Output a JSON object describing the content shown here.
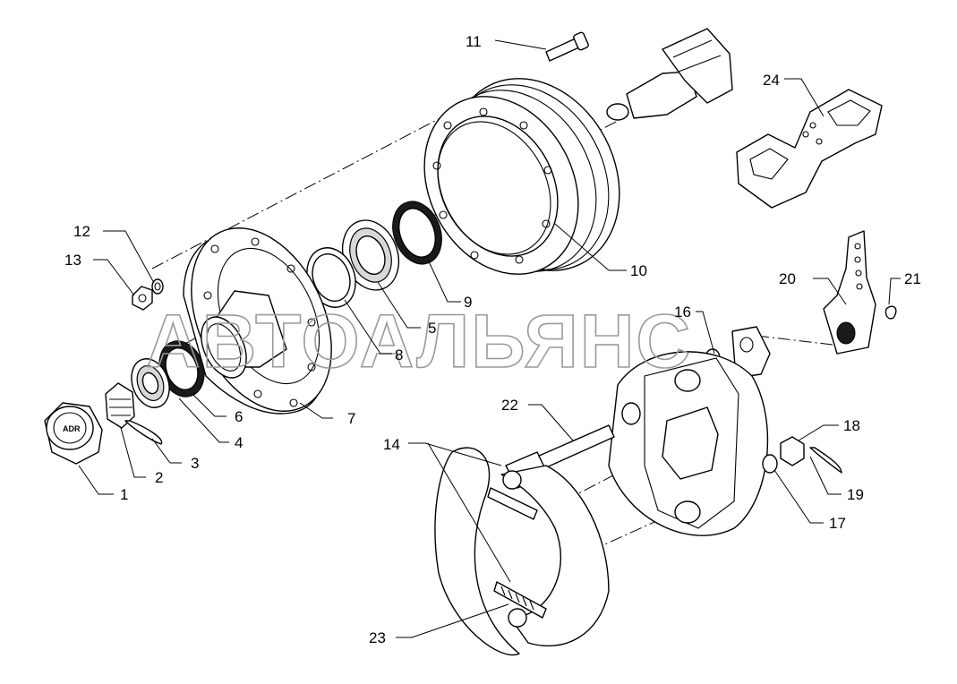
{
  "watermark": "АВТОАЛЬЯНС",
  "cap_marking": "ADR",
  "callouts": {
    "p1": "1",
    "p2": "2",
    "p3": "3",
    "p4": "4",
    "p5": "5",
    "p6": "6",
    "p7": "7",
    "p8": "8",
    "p9": "9",
    "p10": "10",
    "p11": "11",
    "p12": "12",
    "p13": "13",
    "p14": "14",
    "p16": "16",
    "p17": "17",
    "p18": "18",
    "p19": "19",
    "p20": "20",
    "p21": "21",
    "p22": "22",
    "p23": "23",
    "p24": "24"
  }
}
